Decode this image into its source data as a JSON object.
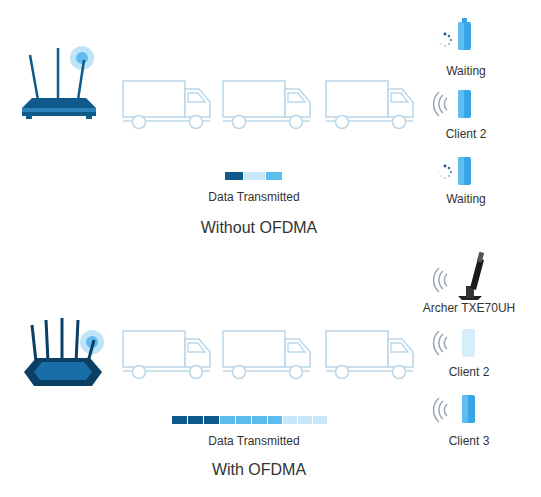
{
  "diagram": {
    "labels": [
      "Waiting",
      "Client 2",
      "Waiting",
      "Data Transmitted",
      "Without OFDMA",
      "Archer TXE70UH",
      "Client 2",
      "Client 3",
      "Data Transmitted",
      "With OFDMA"
    ]
  }
}
